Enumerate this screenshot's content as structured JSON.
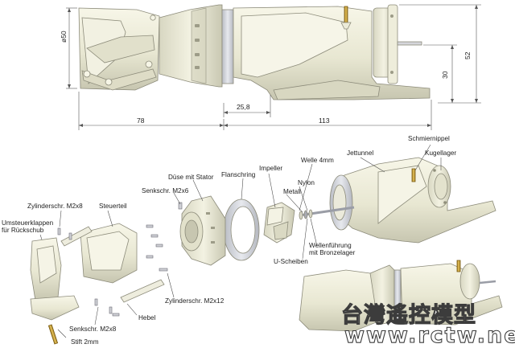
{
  "dimensions": {
    "diameter": "ø50",
    "height_total": "52",
    "height_axis": "30",
    "offset": "25,8",
    "length_left": "78",
    "length_right": "113"
  },
  "labels": {
    "schmiernippel": "Schmiernippel",
    "jettunnel": "Jettunnel",
    "kugellager": "Kugellager",
    "welle": "Welle 4mm",
    "impeller": "Impeller",
    "flanschring": "Flanschring",
    "duese": "Düse mit Stator",
    "nylon": "Nylon",
    "metall": "Metall",
    "senk_m2x6": "Senkschr. M2x6",
    "zylinder_m2x8": "Zylinderschr. M2x8",
    "steuerteil": "Steuerteil",
    "umsteuer_1": "Umsteuerklappen",
    "umsteuer_2": "für Rückschub",
    "wellenfuehrung_1": "Wellenführung",
    "wellenfuehrung_2": "mit Bronzelager",
    "u_scheiben": "U-Scheiben",
    "zylinder_m2x12": "Zylinderschr. M2x12",
    "hebel": "Hebel",
    "senk_m2x8": "Senkschr. M2x8",
    "stift": "Stift 2mm"
  },
  "watermark": {
    "chinese": "台灣遙控模型",
    "url": "www.rctw.net"
  },
  "colors": {
    "part_fill": "#ecebd8",
    "part_shade": "#c9c8b2",
    "part_edge": "#8c8b7a",
    "brass": "#c9a23a"
  }
}
